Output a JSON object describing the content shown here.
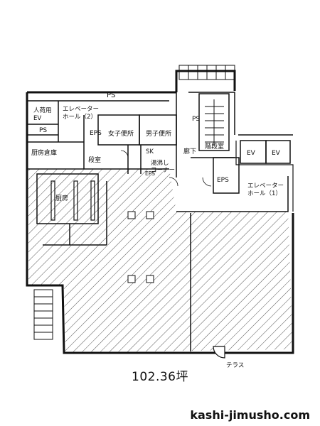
{
  "labels": {
    "ps_top": "PS",
    "cargo_ev": "人荷用\nEV",
    "ps_left": "PS",
    "elevator_hall_2": "エレベーター\nホール（2）",
    "eps_small": "EPS",
    "womens_toilet": "女子便所",
    "mens_toilet": "男子便所",
    "sk": "SK",
    "kitchenette": "湯沸し\nコーナー",
    "eps_bottom": "EPS",
    "ps_stair": "PS",
    "stairwell": "階段室",
    "corridor": "廊下",
    "ev_1": "EV",
    "ev_2": "EV",
    "eps_right": "EPS",
    "elevator_hall_1": "エレベーター\nホール（1）",
    "kitchen_storage": "厨房倉庫",
    "stair_room": "段室",
    "kitchen": "厨房",
    "terrace": "テラス"
  },
  "area_label": "102.36坪",
  "site_url": "kashi-jimusho.com"
}
